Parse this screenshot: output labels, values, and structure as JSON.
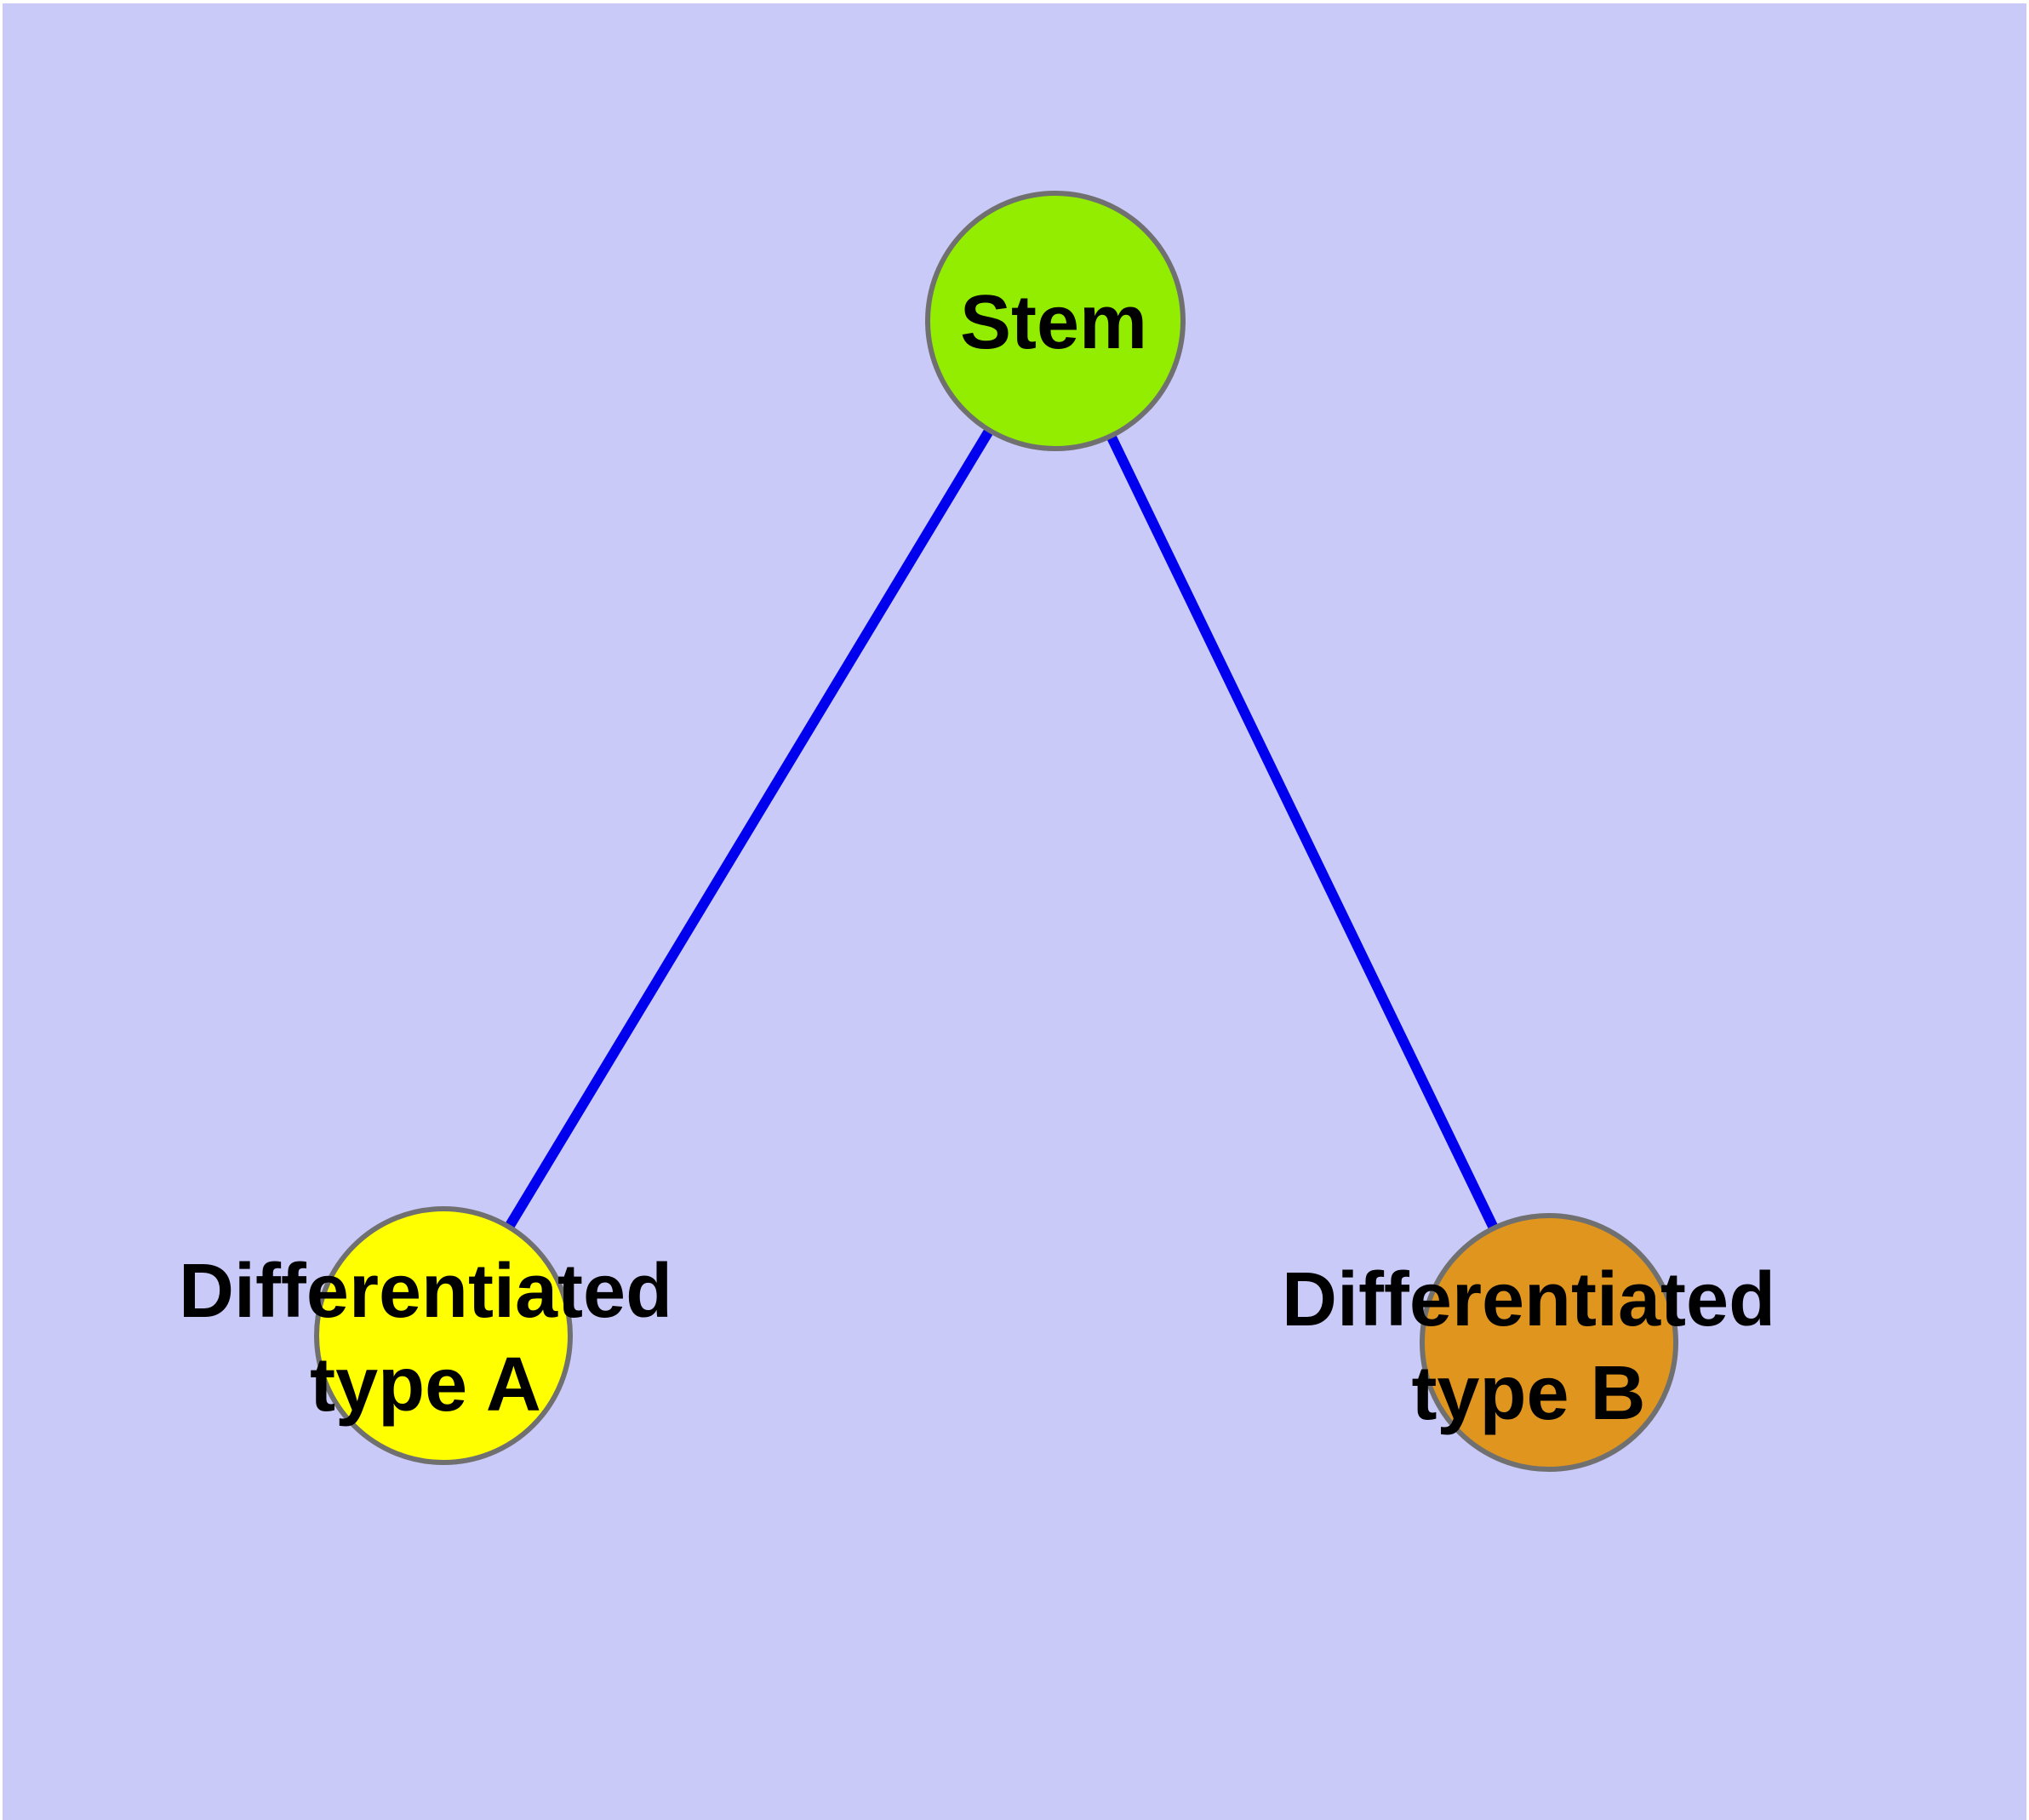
{
  "diagram": {
    "background_color": "#CACAF8",
    "page_border_color": "#FFFFFF",
    "edge_color": "#0000EE",
    "node_border_color": "#707070",
    "label_color": "#000000",
    "nodes": [
      {
        "id": "stem",
        "label": "Stem",
        "fill": "#92ED00"
      },
      {
        "id": "diff-a",
        "label_line1": "Differentiated",
        "label_line2": "type A",
        "fill": "#FFFF00"
      },
      {
        "id": "diff-b",
        "label_line1": "Differentiated",
        "label_line2": "type B",
        "fill": "#E0961E"
      }
    ],
    "edges": [
      {
        "from": "Stem",
        "to": "Differentiated type A"
      },
      {
        "from": "Stem",
        "to": "Differentiated type B"
      }
    ]
  }
}
